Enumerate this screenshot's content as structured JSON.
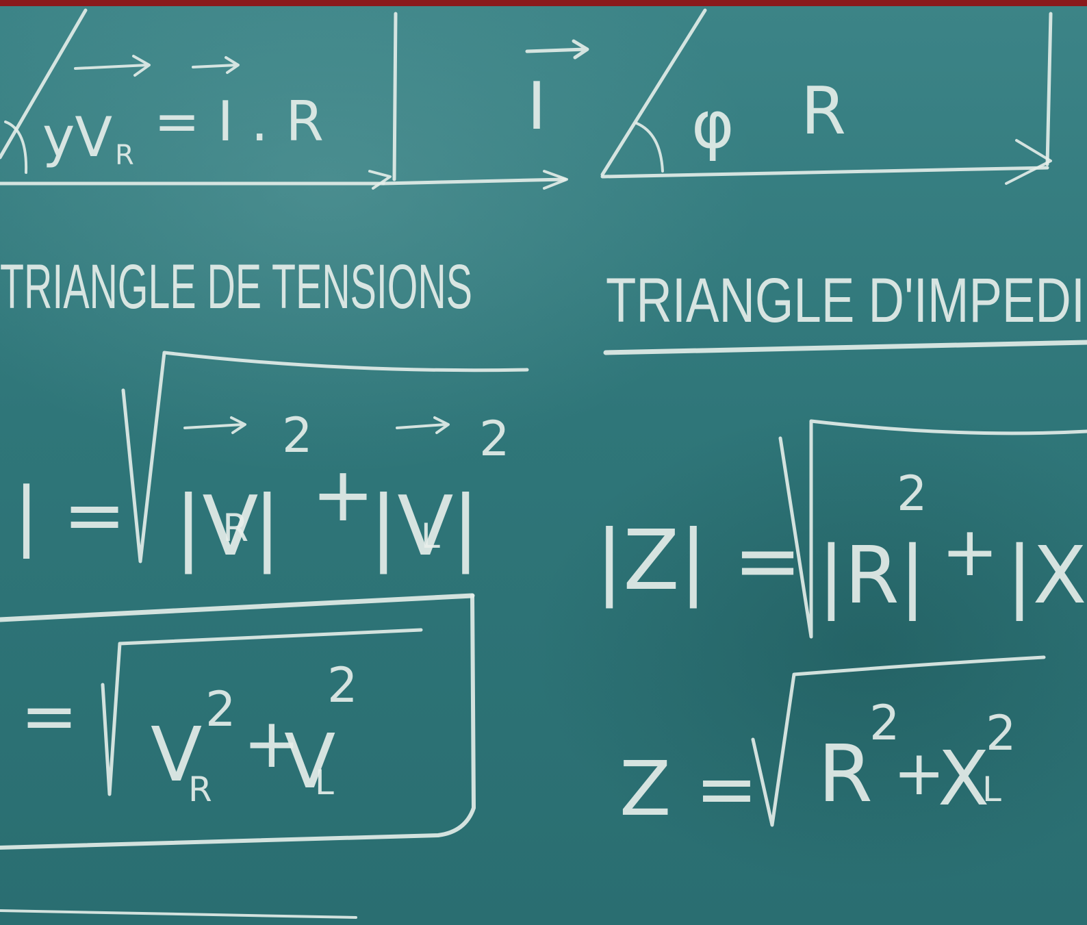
{
  "colors": {
    "board": "#2f7679",
    "chalk": "#e6eeea",
    "top_bar": "#8a1a1c"
  },
  "top_left": {
    "formula_lhs": "yV",
    "formula_lhs_sub": "R",
    "formula_rhs": "= I . R"
  },
  "top_middle": {
    "vector_label": "I"
  },
  "top_right": {
    "angle_label": "φ",
    "side_label": "R"
  },
  "left_column": {
    "heading": "TRIANGLE DE TENSIONS",
    "eq1_lhs": "| =",
    "eq1_term1": "|V",
    "eq1_term1_sub": "R",
    "eq1_term1_close": "|",
    "eq1_exp1": "2",
    "eq1_plus": "+",
    "eq1_term2": "|V",
    "eq1_term2_sub": "L",
    "eq1_term2_close": "|",
    "eq1_exp2": "2",
    "eq2_lhs": "=",
    "eq2_term1": "V",
    "eq2_term1_sub": "R",
    "eq2_exp1": "2",
    "eq2_plus": "+",
    "eq2_term2": "V",
    "eq2_term2_sub": "L",
    "eq2_exp2": "2"
  },
  "right_column": {
    "heading": "TRIANGLE D'IMPEDI",
    "eq1_lhs": "|Z| =",
    "eq1_term1": "|R|",
    "eq1_exp1": "2",
    "eq1_plus": "+",
    "eq1_term2": "|X",
    "eq2_lhs": "Z =",
    "eq2_term1": "R",
    "eq2_exp1": "2",
    "eq2_plus": "+",
    "eq2_term2": "X",
    "eq2_term2_sub": "L",
    "eq2_exp2": "2"
  }
}
